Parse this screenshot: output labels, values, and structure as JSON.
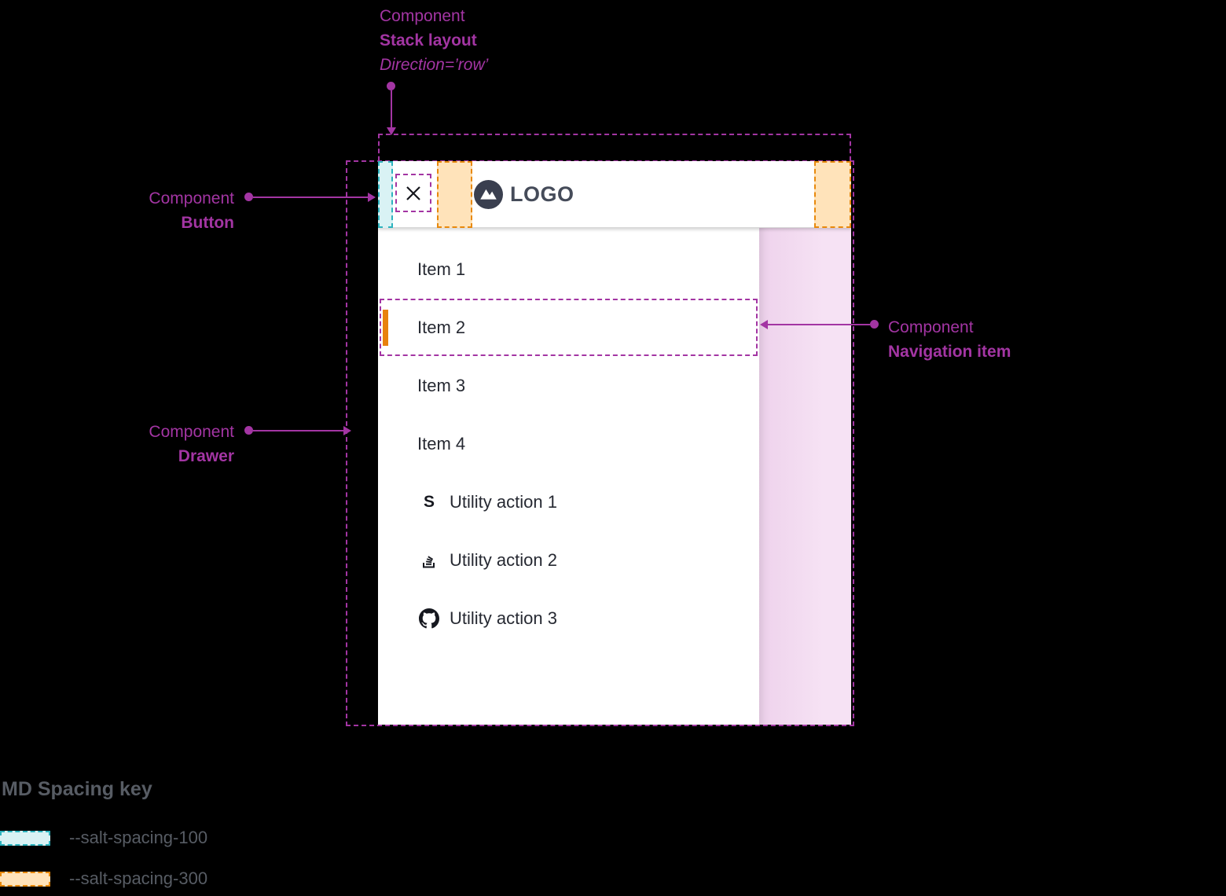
{
  "annotations": {
    "stack_layout": {
      "prefix": "Component",
      "name": "Stack layout",
      "detail": "Direction=’row’"
    },
    "button": {
      "prefix": "Component",
      "name": "Button"
    },
    "drawer": {
      "prefix": "Component",
      "name": "Drawer"
    },
    "navigation_item": {
      "prefix": "Component",
      "name": "Navigation item"
    }
  },
  "drawer": {
    "logo_text": "LOGO",
    "nav_items": [
      {
        "label": "Item 1",
        "active": false
      },
      {
        "label": "Item 2",
        "active": true
      },
      {
        "label": "Item 3",
        "active": false
      },
      {
        "label": "Item 4",
        "active": false
      }
    ],
    "utility_actions": [
      {
        "label": "Utility action 1",
        "icon": "letter-s-icon",
        "glyph": "S"
      },
      {
        "label": "Utility action 2",
        "icon": "stack-lines-icon"
      },
      {
        "label": "Utility action 3",
        "icon": "github-icon"
      }
    ]
  },
  "legend": {
    "title": "MD Spacing key",
    "items": [
      {
        "label": "--salt-spacing-100",
        "swatch": "teal"
      },
      {
        "label": "--salt-spacing-300",
        "swatch": "orange"
      }
    ]
  },
  "colors": {
    "annotation_purple": "#a335a3",
    "spacing_100_teal": "#2db3be",
    "spacing_300_orange": "#e8890c",
    "active_indicator_orange": "#e8820c",
    "scrim_pink": "#f2dbf1",
    "background": "#000000"
  }
}
